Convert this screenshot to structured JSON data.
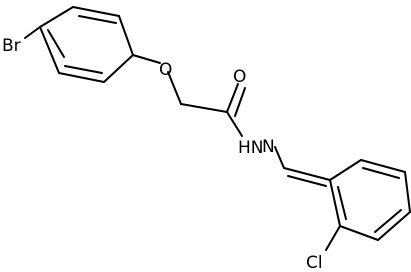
{
  "molecule": {
    "atoms": {
      "bromine": "Br",
      "ether_oxygen": "O",
      "carbonyl_oxygen": "O",
      "hydrazide_nitrogen": "HN",
      "imine_nitrogen": "N",
      "chlorine": "Cl"
    },
    "colors": {
      "bond": "#000000",
      "label": "#000000",
      "background": "#ffffff"
    }
  }
}
